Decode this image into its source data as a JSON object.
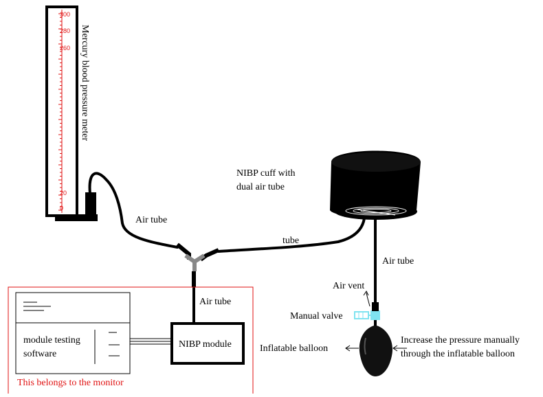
{
  "labels": {
    "meter": "Mercury blood pressure meter",
    "cuff_line1": "NIBP cuff with",
    "cuff_line2": "dual air tube",
    "air_tube_left": "Air tube",
    "tube_middle": "tube",
    "air_tube_right": "Air tube",
    "air_tube_bottom": "Air tube",
    "air_vent": "Air vent",
    "manual_valve": "Manual valve",
    "inflatable_balloon": "Inflatable balloon",
    "increase_line1": "Increase the pressure manually",
    "increase_line2": "through the inflatable balloon",
    "nibp_module": "NIBP module",
    "software_line1": "module testing",
    "software_line2": "software",
    "monitor_note": "This belongs to the monitor"
  },
  "meter_scale": {
    "labels": [
      "300",
      "280",
      "260",
      "20",
      "0"
    ],
    "color": "#e01010"
  },
  "colors": {
    "monitor_outline": "#e01010",
    "tube": "#000000",
    "tee_connector": "#888888",
    "valve": "#7fe3f0"
  }
}
